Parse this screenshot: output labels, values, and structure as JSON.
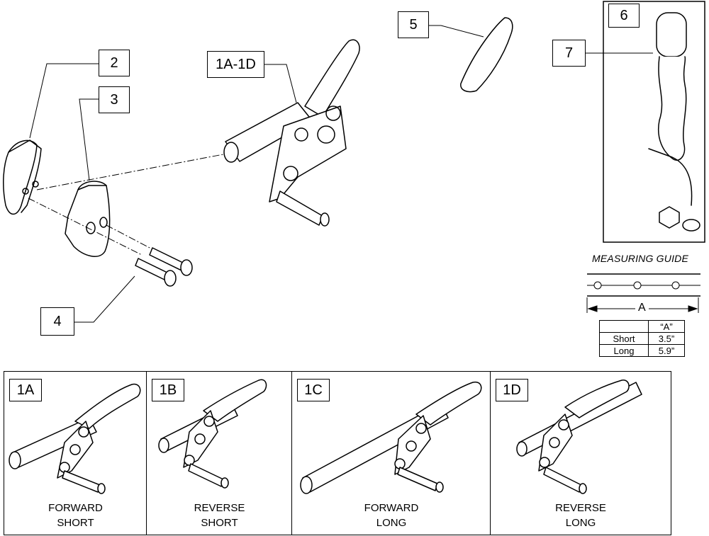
{
  "callouts": {
    "c2": "2",
    "c3": "3",
    "c1a1d": "1A-1D",
    "c4": "4",
    "c5": "5",
    "c6": "6",
    "c7": "7"
  },
  "measuring_guide": {
    "title": "MEASURING GUIDE",
    "dimension": "A",
    "table": {
      "header": "“A”",
      "rows": [
        {
          "label": "Short",
          "value": "3.5”"
        },
        {
          "label": "Long",
          "value": "5.9”"
        }
      ]
    }
  },
  "variants": [
    {
      "id": "1A",
      "line1": "FORWARD",
      "line2": "SHORT"
    },
    {
      "id": "1B",
      "line1": "REVERSE",
      "line2": "SHORT"
    },
    {
      "id": "1C",
      "line1": "FORWARD",
      "line2": "LONG"
    },
    {
      "id": "1D",
      "line1": "REVERSE",
      "line2": "LONG"
    }
  ]
}
